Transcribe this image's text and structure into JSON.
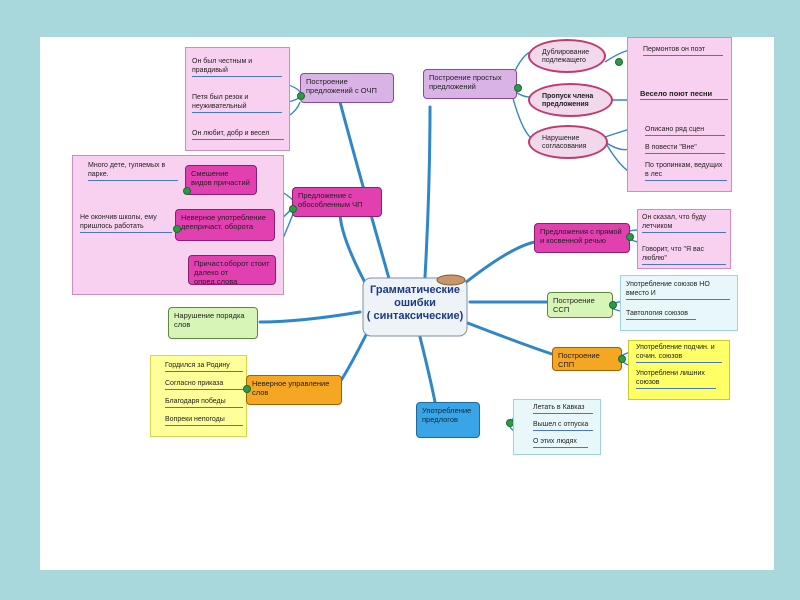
{
  "center": {
    "line1": "Грамматические",
    "line2": "ошибки",
    "line3": "( синтаксические)"
  },
  "ochp": {
    "node": "Построение предложений с ОЧП",
    "examples": [
      "Он был честным и правдивый",
      "Петя был резок и неуживательный",
      "Он любит, добр и весел"
    ]
  },
  "prostye": {
    "node": "Построение простых предложений",
    "ovals": [
      "Дублирование подлежащего",
      "Пропуск члена предложения",
      "Нарушение согласования"
    ],
    "examples": [
      "Пермонтов он поэт",
      "Весело поют песни",
      "Описано ряд сцен",
      "В повести \"Вне\"",
      "По тропинкам, ведущих в лес"
    ]
  },
  "obosob": {
    "node": "Предложение с обособленным ЧП",
    "subs": [
      "Смешение видов причастий",
      "Неверное употребление деепричаст. оборота",
      "Причаст.оборот стоит далеко от опред.слова"
    ],
    "examples": [
      "Много дете, гуляемых в парке.",
      "Не окончив школы, ему пришлось работать"
    ]
  },
  "rech": {
    "node": "Предложения с прямой и косвенной речью",
    "examples": [
      "Он сказал, что буду летчиком",
      "Говорит, что \"Я вас люблю\""
    ]
  },
  "ssp": {
    "node": "Построение ССП",
    "examples": [
      "Употребление союзов НО вместо И",
      "Тавтология союзов"
    ]
  },
  "spp": {
    "node": "Построение СПП",
    "examples": [
      "Употребление подчин. и сочин. союзов",
      "Употреблени лишних союзов"
    ]
  },
  "poryadok": {
    "node": "Нарушение порядка слов"
  },
  "upravlenie": {
    "node": "Неверное управление слов",
    "examples": [
      "Гордился за Родину",
      "Согласно приказа",
      "Благодаря победы",
      "Вопреки непогоды"
    ]
  },
  "predlogi": {
    "node": "Употребление предлогов",
    "examples": [
      "Летать в Кавказ",
      "Вышел с отпуска",
      "О этих людях"
    ]
  },
  "colors": {
    "branch": "#2f86c8",
    "connector": "#2a9a4a",
    "canvas": "#ffffff",
    "frame": "#a8d8dc"
  }
}
